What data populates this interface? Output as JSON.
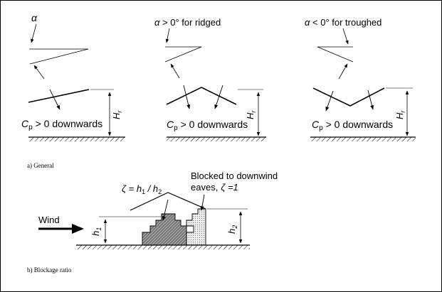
{
  "panels": [
    {
      "angle_label": "α",
      "angle_rest": "",
      "cp_label": "C",
      "cp_sub": "p",
      "cp_rest": " > 0 downwards",
      "h_label": "H",
      "h_sub": "r"
    },
    {
      "angle_label": "α",
      "angle_rest": " > 0° for ridged",
      "cp_label": "C",
      "cp_sub": "p",
      "cp_rest": " > 0 downwards",
      "h_label": "H",
      "h_sub": "r"
    },
    {
      "angle_label": "α",
      "angle_rest": " < 0° for troughed",
      "cp_label": "C",
      "cp_sub": "p",
      "cp_rest": " > 0 downwards",
      "h_label": "H",
      "h_sub": "r"
    }
  ],
  "caption_a": "a) General",
  "blockage": {
    "zeta_lhs": "ζ = h",
    "zeta_sub1": "1",
    "zeta_mid": " / h",
    "zeta_sub2": "2",
    "note_line1": "Blocked to downwind",
    "note_line2": "eaves,",
    "note_zeta": "ζ =1",
    "wind_label": "Wind",
    "h1_label": "h",
    "h1_sub": "1",
    "h2_label": "h",
    "h2_sub": "2"
  },
  "caption_b": "b) Blockage ratio"
}
